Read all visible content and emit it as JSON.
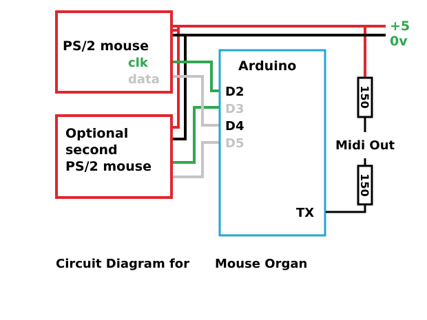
{
  "colors": {
    "power": "#e0262e",
    "ground": "#000000",
    "clock": "#2fa84f",
    "data": "#c4c4c4",
    "arduino": "#23a6d5",
    "rail_label": "#2fa84f",
    "text": "#000000"
  },
  "rails": {
    "plus5_label": "+5",
    "ground_label": "0v"
  },
  "mouse1": {
    "title": "PS/2 mouse",
    "clk_label": "clk",
    "data_label": "data"
  },
  "mouse2": {
    "title_line1": "Optional",
    "title_line2": "second",
    "title_line3": "PS/2 mouse"
  },
  "arduino": {
    "title": "Arduino",
    "pins": [
      {
        "label": "D2",
        "state": "active"
      },
      {
        "label": "D3",
        "state": "dim"
      },
      {
        "label": "D4",
        "state": "active"
      },
      {
        "label": "D5",
        "state": "dim"
      }
    ],
    "tx_label": "TX"
  },
  "midi": {
    "resistor_top": "150",
    "resistor_bottom": "150",
    "label": "Midi Out"
  },
  "caption": {
    "part1": "Circuit Diagram for",
    "part2": "Mouse Organ"
  }
}
